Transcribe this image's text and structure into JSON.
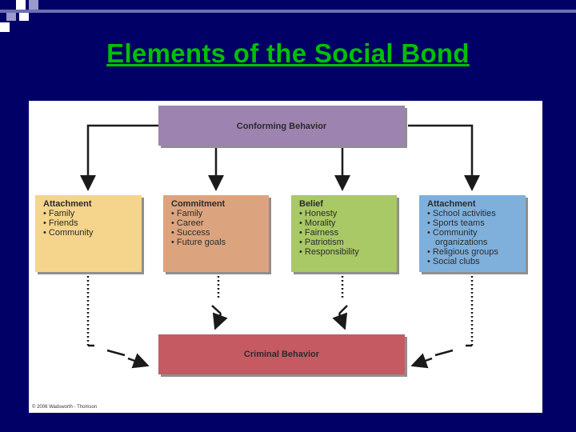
{
  "slide_title": "Elements of the Social Bond",
  "top_box": "Conforming Behavior",
  "bottom_box": "Criminal Behavior",
  "categories": [
    {
      "title": "Attachment",
      "items": [
        "Family",
        "Friends",
        "Community"
      ],
      "color": "#f5d48c"
    },
    {
      "title": "Commitment",
      "items": [
        "Family",
        "Career",
        "Success",
        "Future goals"
      ],
      "color": "#dca47e"
    },
    {
      "title": "Belief",
      "items": [
        "Honesty",
        "Morality",
        "Fairness",
        "Patriotism",
        "Responsibility"
      ],
      "color": "#a9c866"
    },
    {
      "title": "Attachment",
      "items": [
        "School activities",
        "Sports teams",
        "Community organizations",
        "Religious groups",
        "Social clubs"
      ],
      "color": "#7fb0dc"
    }
  ],
  "colors": {
    "background": "#010066",
    "title": "#00c000",
    "top_box": "#9d83b0",
    "bottom_box": "#c65a63"
  },
  "credit": "© 2006 Wadsworth - Thomson"
}
